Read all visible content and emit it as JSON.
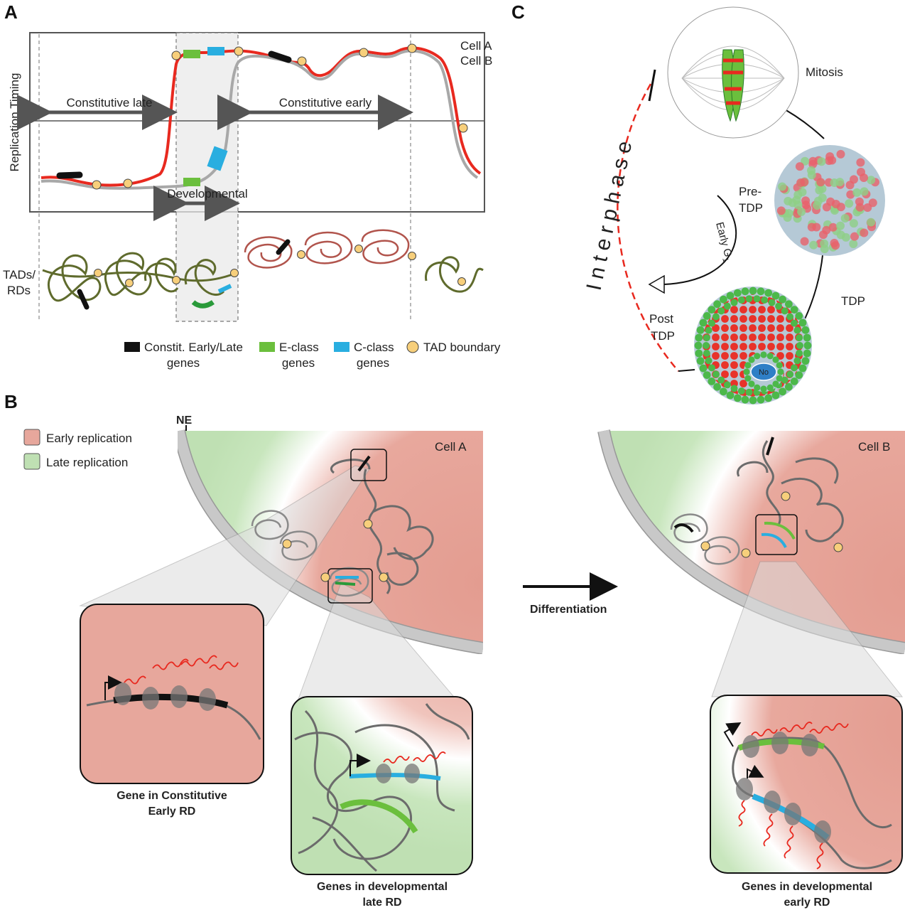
{
  "panels": {
    "a": "A",
    "b": "B",
    "c": "C"
  },
  "panel_a": {
    "y_axis_label": "Replication Timing",
    "cells": [
      "Cell A",
      "Cell B"
    ],
    "constitutive_late": "Constitutive  late",
    "constitutive_early": "Constitutive   early",
    "developmental": "Developmental",
    "tads_label_1": "TADs/",
    "tads_label_2": "RDs",
    "legend": {
      "black_1": "Constit. Early/Late",
      "black_2": "genes",
      "green_1": "E-class",
      "green_2": "genes",
      "blue_1": "C-class",
      "blue_2": "genes",
      "boundary": "TAD boundary"
    },
    "colors": {
      "cell_a": "#e8291f",
      "cell_b": "#a8a8a8",
      "e_class": "#6bbf3d",
      "c_class": "#29aee0",
      "const": "#111111",
      "boundary": "#f7cf7b",
      "tad_green": "#5f6b2d",
      "tad_red": "#b1544c"
    }
  },
  "panel_b": {
    "legend_early": "Early replication",
    "legend_late": "Late replication",
    "ne_label": "NE",
    "cell_a": "Cell A",
    "cell_b": "Cell B",
    "arrow_label": "Differentiation",
    "inset1_1": "Gene in Constitutive",
    "inset1_2": "Early RD",
    "inset2_1": "Genes in developmental",
    "inset2_2": "late RD",
    "inset3_1": "Genes in developmental",
    "inset3_2": "early RD",
    "colors": {
      "early": "#e7a79c",
      "late": "#bfe0b3"
    }
  },
  "panel_c": {
    "mitosis": "Mitosis",
    "interphase": "Interphase",
    "pre_tdp_1": "Pre-",
    "pre_tdp_2": "TDP",
    "early_g1": "Early G",
    "early_g1_sub": "1",
    "tdp": "TDP",
    "post_tdp_1": "Post",
    "post_tdp_2": "TDP",
    "nucleolus": "No"
  }
}
